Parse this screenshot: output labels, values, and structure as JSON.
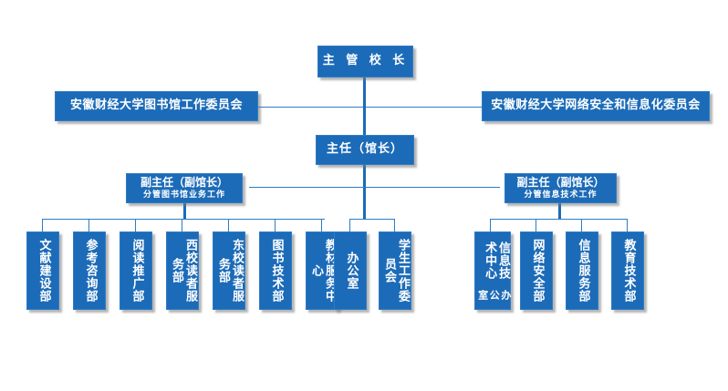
{
  "theme": {
    "box_fill": "#1C6BB8",
    "box_border": "#2E7CC4",
    "line_color": "#1C6BB8",
    "text_color": "#FFFFFF",
    "background": "#FFFFFF"
  },
  "nodes": {
    "principal": {
      "label": "主 管 校 长"
    },
    "committee_library": {
      "label": "安徽财经大学图书馆工作委员会"
    },
    "committee_network": {
      "label": "安徽财经大学网络安全和信息化委员会"
    },
    "director": {
      "label": "主任（馆长）"
    },
    "deputy_library": {
      "title": "副主任（副馆长）",
      "subtitle": "分管图书馆业务工作"
    },
    "deputy_it": {
      "title": "副主任（副馆长）",
      "subtitle": "分管信息技术工作"
    }
  },
  "departments": {
    "library_group": [
      {
        "label": "文献建设部"
      },
      {
        "label": "参考咨询部"
      },
      {
        "label": "阅读推广部"
      },
      {
        "label": "西校读者服务部"
      },
      {
        "label": "东校读者服务部"
      },
      {
        "label": "图书技术部"
      },
      {
        "label": "教材服务中心"
      }
    ],
    "director_group": [
      {
        "label": "办公室"
      },
      {
        "label": "学生工作委员会"
      }
    ],
    "it_group": [
      {
        "label": "信息技术中心",
        "sublabel": "办公室"
      },
      {
        "label": "网络安全部"
      },
      {
        "label": "信息服务部"
      },
      {
        "label": "教育技术部"
      }
    ]
  }
}
